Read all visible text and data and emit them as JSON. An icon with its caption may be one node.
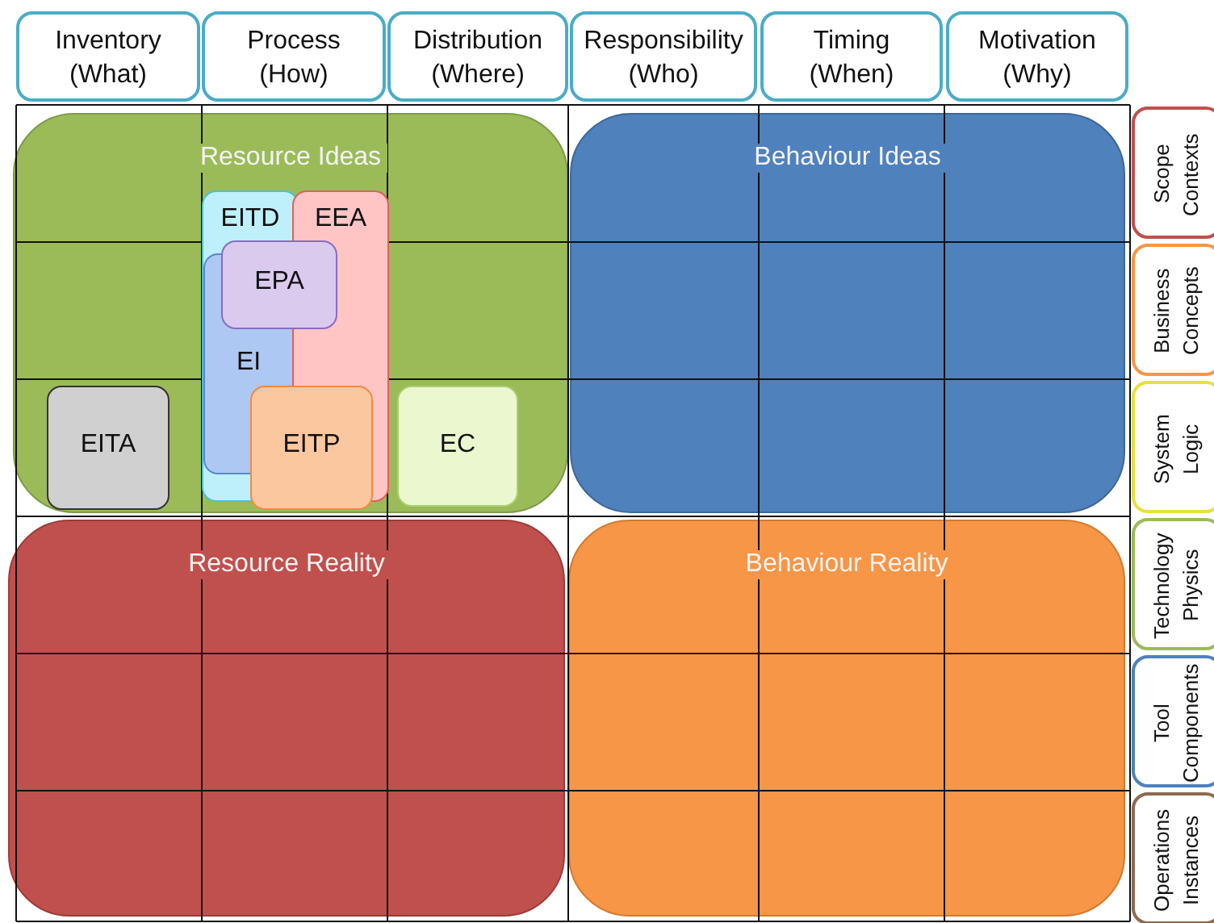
{
  "diagram": {
    "nodes": [
      {
        "text": [
          "Inventory (What)"
        ]
      },
      {
        "text": [
          "Process (How)"
        ]
      },
      {
        "text": [
          "Distribution (Where)"
        ]
      },
      {
        "text": [
          "Responsibility (Who)"
        ]
      },
      {
        "text": [
          "Timing (When)"
        ]
      },
      {
        "text": [
          "Motivation (Why)"
        ]
      },
      {
        "text": [
          "Resource Ideas"
        ]
      },
      {
        "text": [
          "EITD"
        ],
        "in": 6
      },
      {
        "text": [
          "EEA"
        ],
        "in": 6
      },
      {
        "text": [
          "EI"
        ],
        "in": 7
      },
      {
        "text": [
          "EPA"
        ],
        "in": 6
      },
      {
        "text": [
          "EITA"
        ],
        "in": 6
      },
      {
        "text": [
          "EITP"
        ],
        "in": 6
      },
      {
        "text": [
          "EC"
        ],
        "in": 6
      },
      {
        "text": [
          "Behaviour Ideas"
        ]
      },
      {
        "text": [
          "Scope Contexts"
        ]
      },
      {
        "text": [
          "Business Concepts"
        ]
      },
      {
        "text": [
          "System Logic"
        ]
      },
      {
        "text": [
          "Technology Physics"
        ]
      },
      {
        "text": [
          "Tool Components"
        ]
      },
      {
        "text": [
          "Operations Instances"
        ]
      },
      {
        "text": [
          "Resource Reality"
        ]
      },
      {
        "text": [
          "Behaviour Reality"
        ]
      }
    ],
    "edges": []
  }
}
